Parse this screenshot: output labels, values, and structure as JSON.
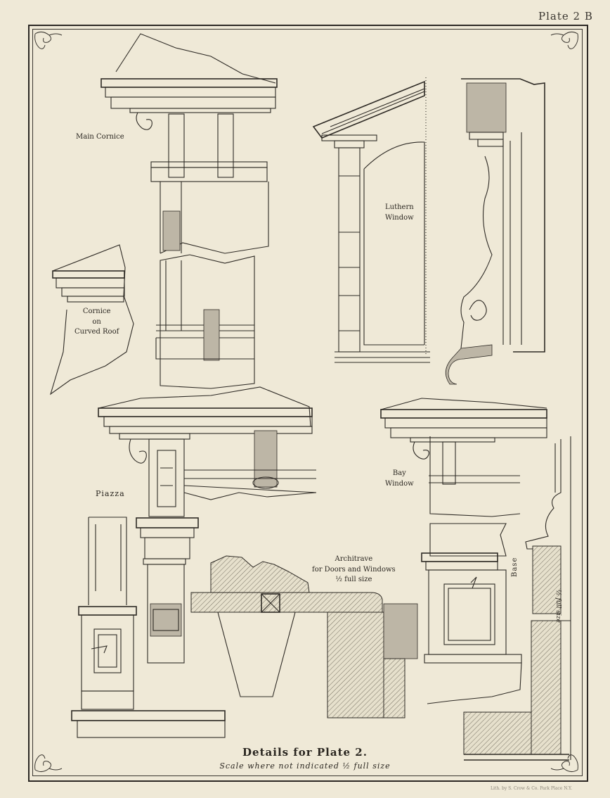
{
  "plate_label": "Plate 2 B",
  "labels": {
    "main_cornice": "Main Cornice",
    "luthern_window": [
      "Luthern",
      "Window"
    ],
    "cornice_curved_roof": [
      "Cornice",
      "on",
      "Curved Roof"
    ],
    "piazza": "Piazza",
    "bay_window": [
      "Bay",
      "Window"
    ],
    "architrave": [
      "Architrave",
      "for Doors and Windows"
    ],
    "architrave_scale": "½ full size",
    "base": "Base",
    "base_scale": "½ full size"
  },
  "caption": {
    "title": "Details for Plate 2.",
    "scale_note": "Scale where not indicated ½ full size"
  },
  "printer_imprint": "Lith. by S. Crow & Co. Park Place N.Y."
}
